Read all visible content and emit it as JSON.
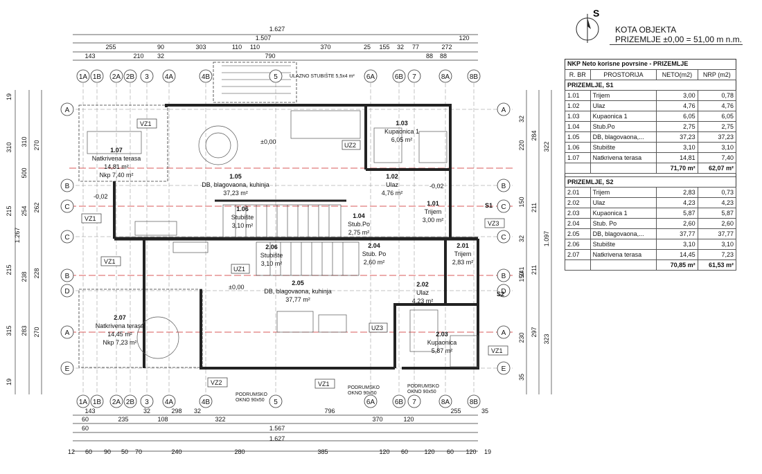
{
  "kota": {
    "compass": "S",
    "line1": "KOTA OBJEKTA",
    "line2": "PRIZEMLJE ±0,00 = 51,00 m n.m."
  },
  "table": {
    "title": "NKP Neto korisne povrsine - PRIZEMLJE",
    "headers": [
      "R. BR",
      "PROSTORIJA",
      "NETO(m2)",
      "NRP (m2)"
    ],
    "sections": [
      {
        "name": "PRIZEMLJE, S1",
        "rows": [
          [
            "1.01",
            "Trijem",
            "3,00",
            "0,78"
          ],
          [
            "1.02",
            "Ulaz",
            "4,76",
            "4,76"
          ],
          [
            "1.03",
            "Kupaonica 1",
            "6,05",
            "6,05"
          ],
          [
            "1.04",
            "Stub.Po",
            "2,75",
            "2,75"
          ],
          [
            "1.05",
            "DB, blagovaona,...",
            "37,23",
            "37,23"
          ],
          [
            "1.06",
            "Stubište",
            "3,10",
            "3,10"
          ],
          [
            "1.07",
            "Natkrivena terasa",
            "14,81",
            "7,40"
          ]
        ],
        "total_neto": "71,70 m²",
        "total_nrp": "62,07 m²"
      },
      {
        "name": "PRIZEMLJE, S2",
        "rows": [
          [
            "2.01",
            "Trijem",
            "2,83",
            "0,73"
          ],
          [
            "2.02",
            "Ulaz",
            "4,23",
            "4,23"
          ],
          [
            "2.03",
            "Kupaonica 1",
            "5,87",
            "5,87"
          ],
          [
            "2.04",
            "Stub. Po",
            "2,60",
            "2,60"
          ],
          [
            "2.05",
            "DB, blagovaona,...",
            "37,77",
            "37,77"
          ],
          [
            "2.06",
            "Stubište",
            "3,10",
            "3,10"
          ],
          [
            "2.07",
            "Natkrivena terasa",
            "14,45",
            "7,23"
          ]
        ],
        "total_neto": "70,85 m²",
        "total_nrp": "61,53 m²"
      }
    ]
  },
  "axes_top": [
    "1A",
    "1B",
    "2A",
    "2B",
    "3",
    "4A",
    "4B",
    "5",
    "6A",
    "6B",
    "7",
    "8A",
    "8B"
  ],
  "axes_side": [
    "A",
    "B",
    "C",
    "C",
    "B",
    "D",
    "A",
    "E"
  ],
  "dims_top": {
    "total": "1.627",
    "sub": "1.507",
    "sub_right": "120",
    "row1": [
      "255",
      "90",
      "303",
      "110",
      "110",
      "370",
      "25",
      "155",
      "32",
      "77",
      "272"
    ],
    "row2": [
      "143",
      "210",
      "32",
      "790",
      "88",
      "88"
    ]
  },
  "dims_bottom": {
    "row1": [
      "143",
      "235",
      "32",
      "108",
      "298",
      "32",
      "322",
      "796",
      "370",
      "120",
      "255",
      "35"
    ],
    "row2": [
      "60",
      "60"
    ],
    "total1": "1.567",
    "total2": "1.627",
    "row3": [
      "12",
      "60",
      "90",
      "50",
      "70",
      "240",
      "280",
      "385",
      "120",
      "60",
      "120",
      "60",
      "120",
      "19"
    ]
  },
  "dims_left": [
    "19",
    "310",
    "310",
    "270",
    "500",
    "215",
    "254",
    "262",
    "1.267",
    "215",
    "238",
    "228",
    "315",
    "283",
    "270",
    "19"
  ],
  "dims_right": [
    "32",
    "284",
    "322",
    "220",
    "150",
    "211",
    "32",
    "1.097",
    "241",
    "211",
    "150",
    "230",
    "297",
    "323",
    "35"
  ],
  "rooms": [
    {
      "no": "1.07",
      "name": "Natkrivena terasa",
      "area": "14,81 m²",
      "extra": "Nkp 7,40 m²"
    },
    {
      "no": "1.05",
      "name": "DB, blagovaona, kuhinja",
      "area": "37,23 m²"
    },
    {
      "no": "1.03",
      "name": "Kupaonica 1",
      "area": "6,05 m²"
    },
    {
      "no": "1.02",
      "name": "Ulaz",
      "area": "4,76 m²"
    },
    {
      "no": "1.01",
      "name": "Trijem",
      "area": "3,00 m²"
    },
    {
      "no": "1.06",
      "name": "Stubište",
      "area": "3,10 m²"
    },
    {
      "no": "1.04",
      "name": "Stub.Po",
      "area": "2,75 m²"
    },
    {
      "no": "2.06",
      "name": "Stubište",
      "area": "3,10 m²"
    },
    {
      "no": "2.04",
      "name": "Stub. Po",
      "area": "2,60 m²"
    },
    {
      "no": "2.01",
      "name": "Trijem",
      "area": "2,83 m²"
    },
    {
      "no": "2.05",
      "name": "DB, blagovaona, kuhinja",
      "area": "37,77 m²"
    },
    {
      "no": "2.02",
      "name": "Ulaz",
      "area": "4,23 m²"
    },
    {
      "no": "2.07",
      "name": "Natkrivena terasa",
      "area": "14,45 m²",
      "extra": "Nkp 7,23 m²"
    },
    {
      "no": "2.03",
      "name": "Kupaonica",
      "area": "5,87 m²"
    }
  ],
  "levels": {
    "zero": "±0,00",
    "minus": "-0,02",
    "minus2": "-0,02"
  },
  "tags": {
    "vz1": "VZ1",
    "vz2": "VZ2",
    "vz3": "VZ3",
    "uz1": "UZ1",
    "uz2": "UZ2",
    "uz3": "UZ3",
    "s1": "S1",
    "s2": "S2",
    "podrumsko": "PODRUMSKO",
    "okno": "OKNO 90x50",
    "ulaz_note": "ULAZNO STUBIŠTE 5,5x4 m²"
  }
}
